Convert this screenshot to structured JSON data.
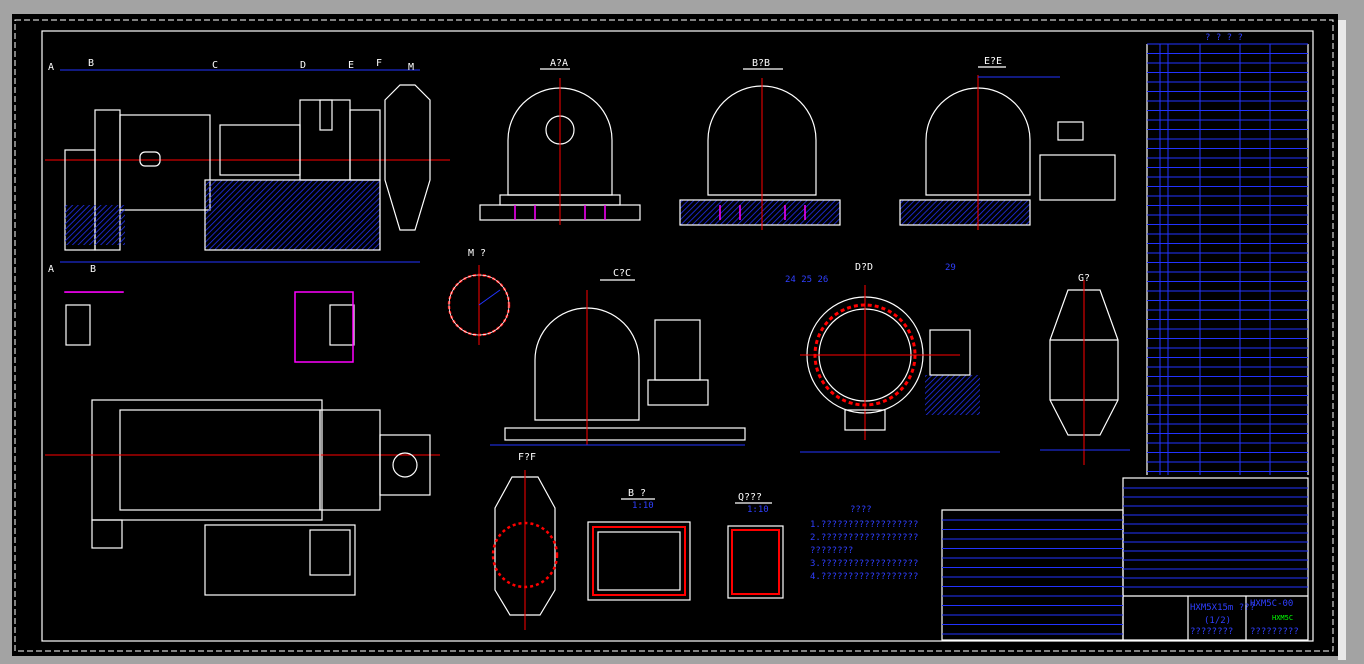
{
  "drawing": {
    "background": "#000000",
    "views": {
      "elevation_markers": [
        "A",
        "B",
        "C",
        "D",
        "E",
        "F",
        "M"
      ],
      "section_aa": "A?A",
      "section_bb": "B?B",
      "section_ee": "E?E",
      "section_cc": "C?C",
      "section_dd": "D?D",
      "section_ff": "F?F",
      "view_g": "G?",
      "view_m": "M ?",
      "detail_b": "B ?",
      "detail_q": "Q???",
      "detail_scale": "1:10",
      "callouts_dd": "24 25 26",
      "callout_29": "29"
    },
    "notes": {
      "title": "????",
      "lines": [
        "1.??????????????????",
        "2.??????????????????",
        "  ????????",
        "3.??????????????????",
        "4.??????????????????"
      ]
    },
    "parts_table": {
      "title": "? ? ? ?"
    },
    "title_block": {
      "name": "HXM5X15m ???",
      "sheet": "(1/2)",
      "drawing_no": "HXM5C-00",
      "stamp": "HXM5C",
      "footer_left": "????????",
      "footer_right": "?????????"
    },
    "colors": {
      "line": "#ffffff",
      "centerline": "#ff0000",
      "dimension": "#2233ff",
      "accent": "#ff00ff",
      "highlight": "#00ff00"
    }
  }
}
